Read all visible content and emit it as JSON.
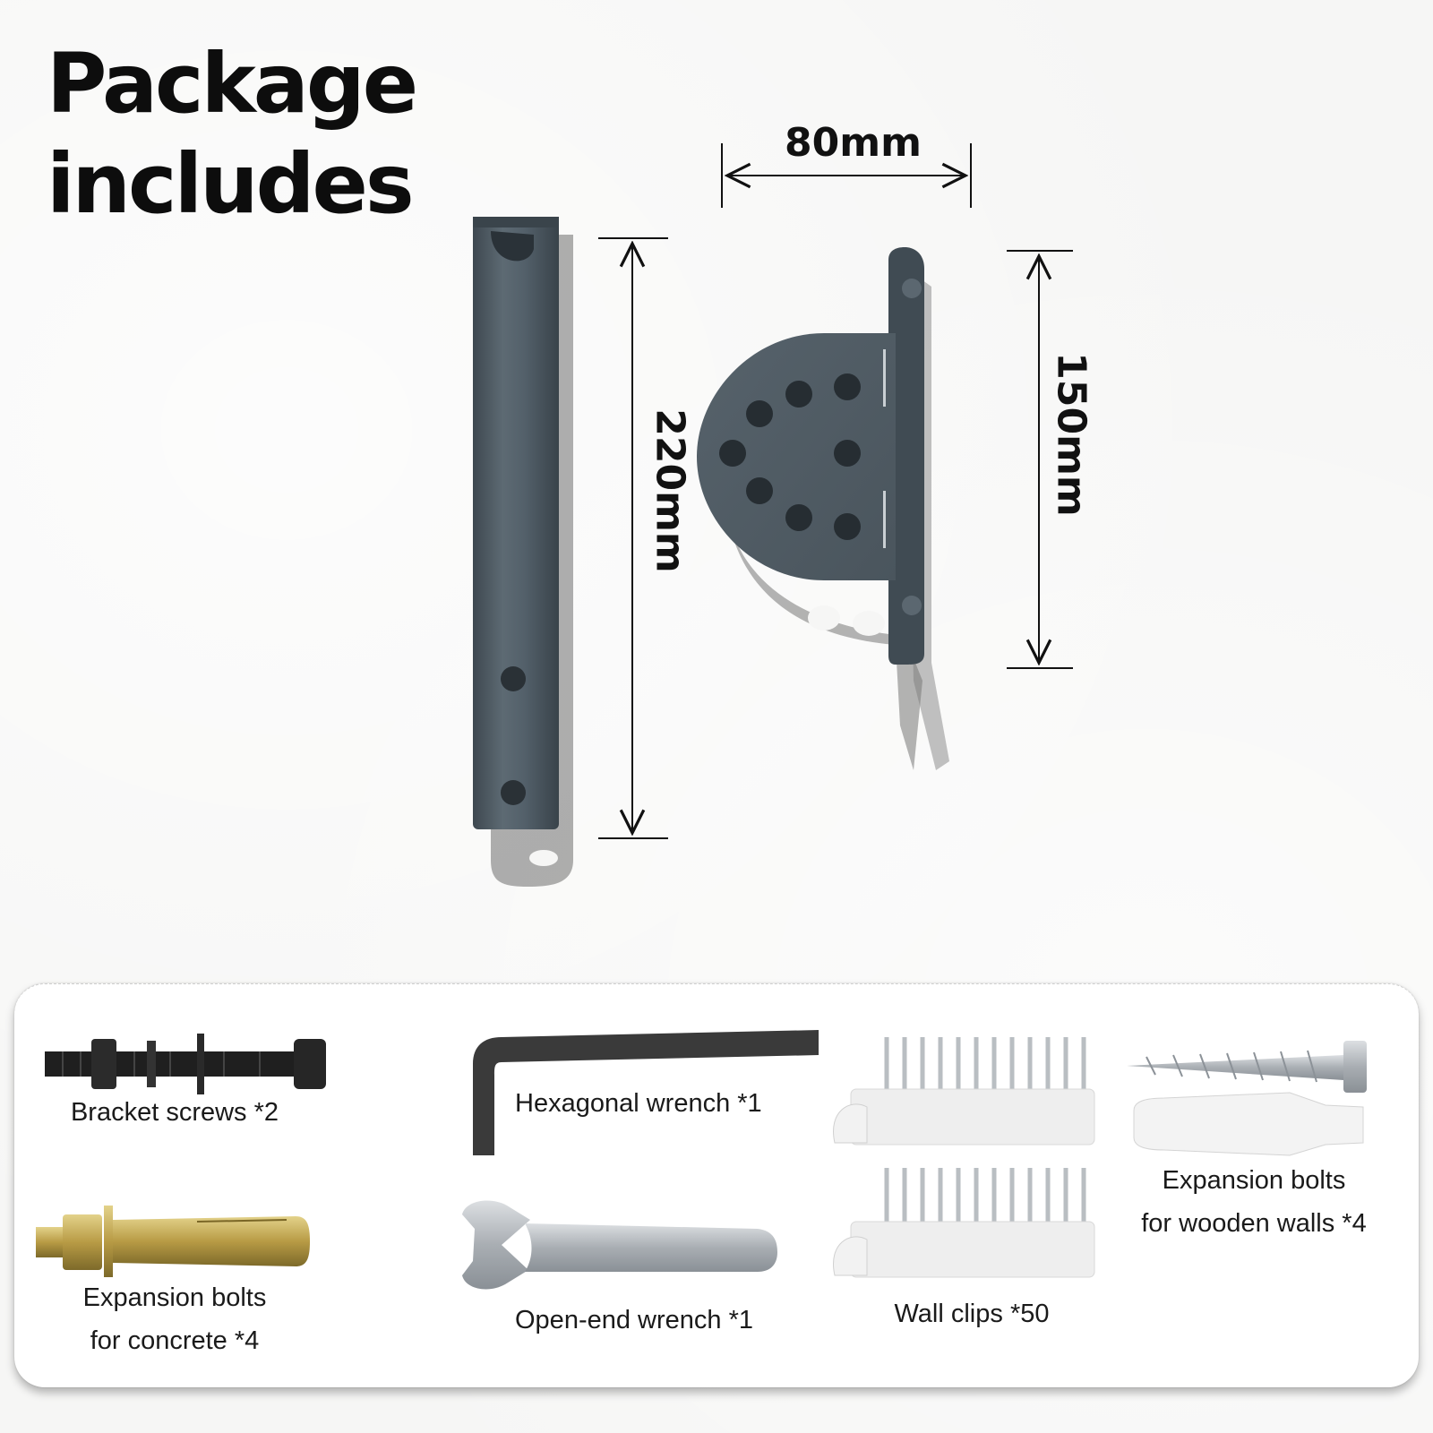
{
  "title": {
    "line1": "Package",
    "line2": "includes"
  },
  "dimensions": {
    "bracket_width": "80mm",
    "pole_length": "220mm",
    "bracket_height": "150mm"
  },
  "items": {
    "bracket_screws": "Bracket screws *2",
    "hex_wrench": "Hexagonal wrench *1",
    "expansion_concrete_line1": "Expansion bolts",
    "expansion_concrete_line2": "for concrete *4",
    "open_end_wrench": "Open-end wrench *1",
    "wall_clips": "Wall clips *50",
    "expansion_wood_line1": "Expansion bolts",
    "expansion_wood_line2": "for wooden walls *4"
  },
  "colors": {
    "metal": "#4e5a63",
    "text": "#111111",
    "background": "#f6f6f5"
  }
}
